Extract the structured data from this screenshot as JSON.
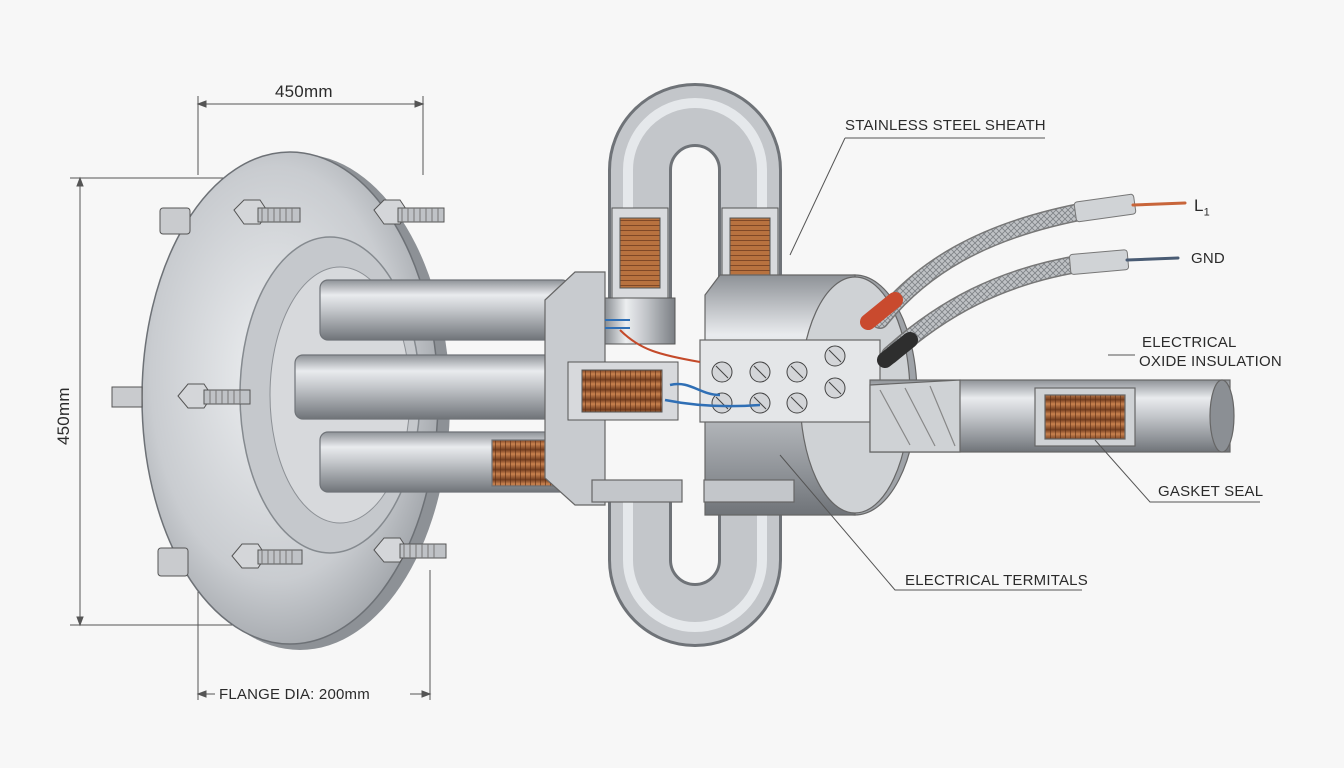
{
  "dimensions": {
    "top_width": "450mm",
    "height": "450mm",
    "flange_dia": "FLANGE DIA: 200mm"
  },
  "callouts": {
    "sheath": "STAINLESS STEEL SHEATH",
    "l1_main": "L",
    "l1_sub": "1",
    "gnd": "GND",
    "insulation_line1": "ELECTRICAL",
    "insulation_line2": "OXIDE INSULATION",
    "gasket": "GASKET SEAL",
    "terminals": "ELECTRICAL TERMITALS"
  },
  "colors": {
    "steel": "#b9bcc0",
    "copper": "#b5683a",
    "live_wire": "#d9542f",
    "ground_wire": "#3a3a3a",
    "background": "#f7f7f7"
  }
}
